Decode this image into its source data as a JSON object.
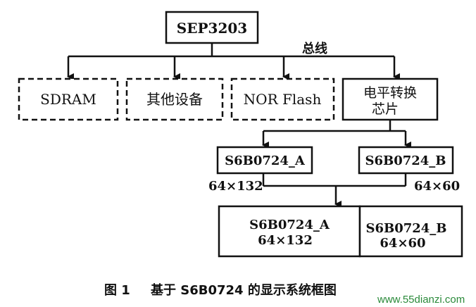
{
  "diagram": {
    "root": "SEP3203",
    "bus_label": "总线",
    "peripherals": {
      "sdram": "SDRAM",
      "other": "其他设备",
      "nor": "NOR Flash",
      "level_line1": "电平转换",
      "level_line2": "芯片"
    },
    "controllers": {
      "a": "S6B0724_A",
      "b": "S6B0724_B",
      "a_size": "64×132",
      "b_size": "64×60"
    },
    "display": {
      "a_name": "S6B0724_A",
      "a_size": "64×132",
      "b_name": "S6B0724_B",
      "b_size": "64×60"
    }
  },
  "caption": {
    "figure": "图 1",
    "text": "基于 S6B0724 的显示系统框图"
  },
  "watermark": "www.55dianzi.com"
}
